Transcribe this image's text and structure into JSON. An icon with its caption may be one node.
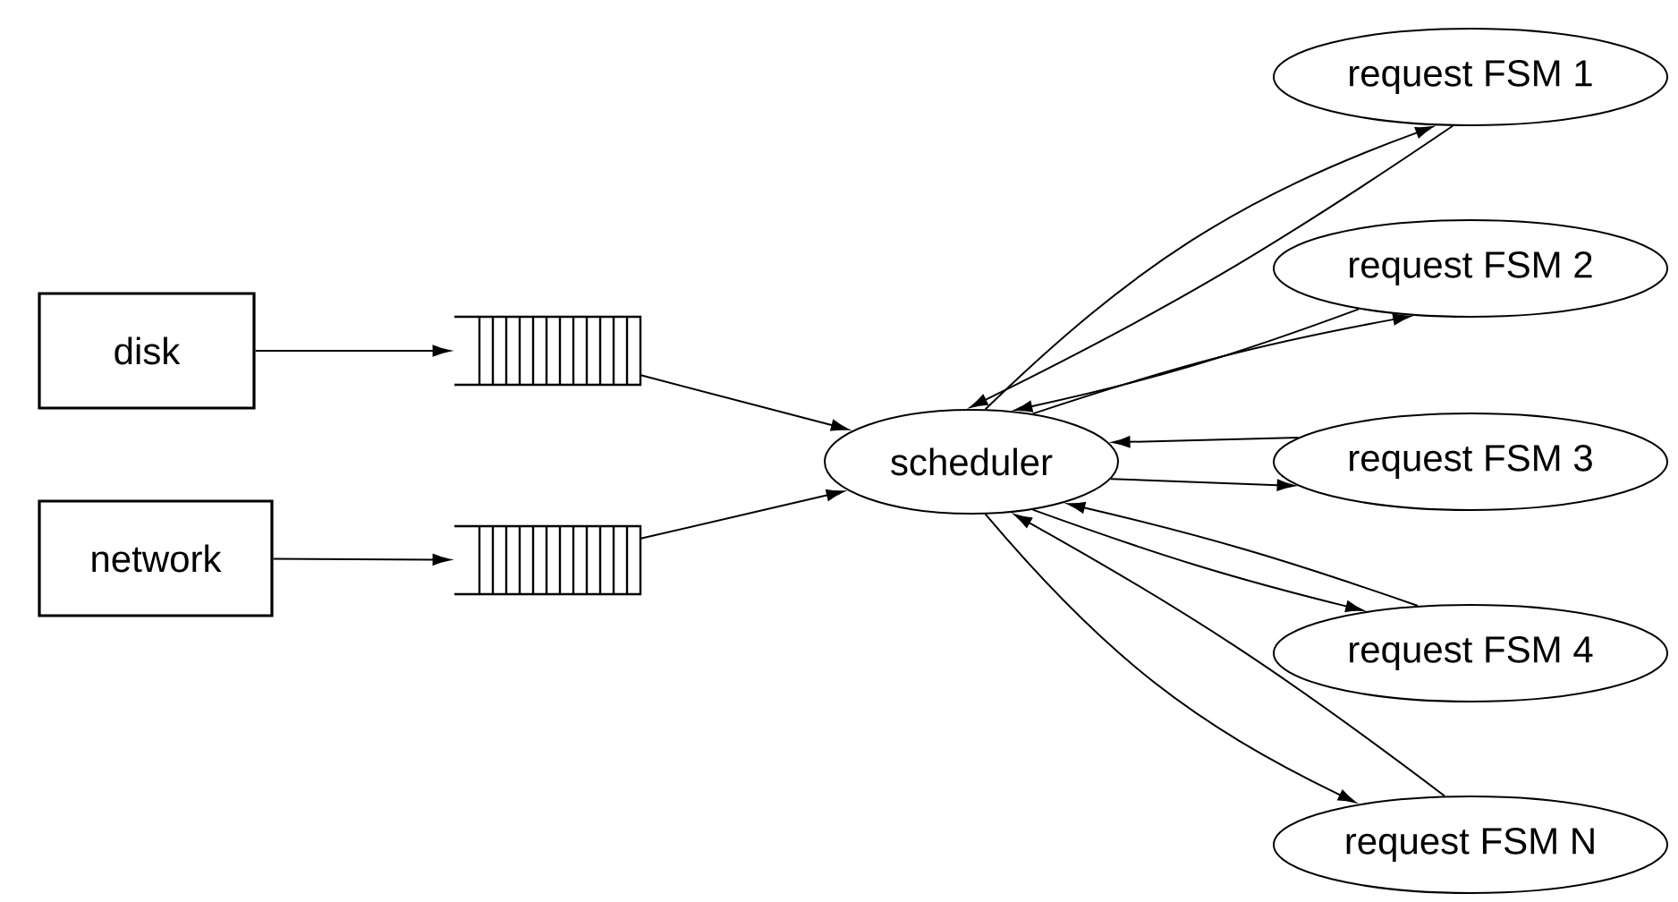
{
  "diagram": {
    "nodes": [
      {
        "text": [
          "disk"
        ]
      },
      {
        "text": [
          "network"
        ]
      },
      {
        "text": [],
        "shape": "queue"
      },
      {
        "text": [],
        "shape": "queue"
      },
      {
        "text": [
          "scheduler"
        ]
      },
      {
        "text": [
          "request FSM 1"
        ]
      },
      {
        "text": [
          "request FSM 2"
        ]
      },
      {
        "text": [
          "request FSM 3"
        ]
      },
      {
        "text": [
          "request FSM 4"
        ]
      },
      {
        "text": [
          "request FSM N"
        ]
      }
    ],
    "edges": [
      {
        "from": 0,
        "to": 2,
        "arrow": "to"
      },
      {
        "from": 1,
        "to": 3,
        "arrow": "to"
      },
      {
        "from": 2,
        "to": 4,
        "arrow": "to"
      },
      {
        "from": 3,
        "to": 4,
        "arrow": "to"
      },
      {
        "from": 4,
        "to": 5,
        "arrow": "to"
      },
      {
        "from": 5,
        "to": 4,
        "arrow": "to"
      },
      {
        "from": 4,
        "to": 6,
        "arrow": "to"
      },
      {
        "from": 6,
        "to": 4,
        "arrow": "to"
      },
      {
        "from": 4,
        "to": 7,
        "arrow": "to"
      },
      {
        "from": 7,
        "to": 4,
        "arrow": "to"
      },
      {
        "from": 4,
        "to": 8,
        "arrow": "to"
      },
      {
        "from": 8,
        "to": 4,
        "arrow": "to"
      },
      {
        "from": 4,
        "to": 9,
        "arrow": "to"
      },
      {
        "from": 9,
        "to": 4,
        "arrow": "to"
      }
    ]
  }
}
